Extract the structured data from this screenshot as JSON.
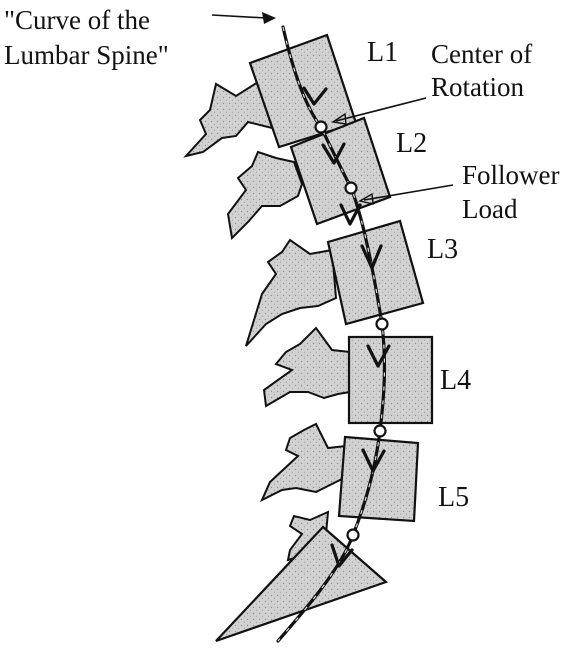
{
  "annotations": {
    "curve_label_line1": "\"Curve of the",
    "curve_label_line2": "Lumbar Spine\"",
    "center_label_line1": "Center of",
    "center_label_line2": "Rotation",
    "follower_label_line1": "Follower",
    "follower_label_line2": "Load"
  },
  "vertebrae": [
    {
      "label": "L1"
    },
    {
      "label": "L2"
    },
    {
      "label": "L3"
    },
    {
      "label": "L4"
    },
    {
      "label": "L5"
    }
  ],
  "colors": {
    "line": "#111111",
    "fill": "#cfcfcf",
    "background": "#ffffff"
  }
}
